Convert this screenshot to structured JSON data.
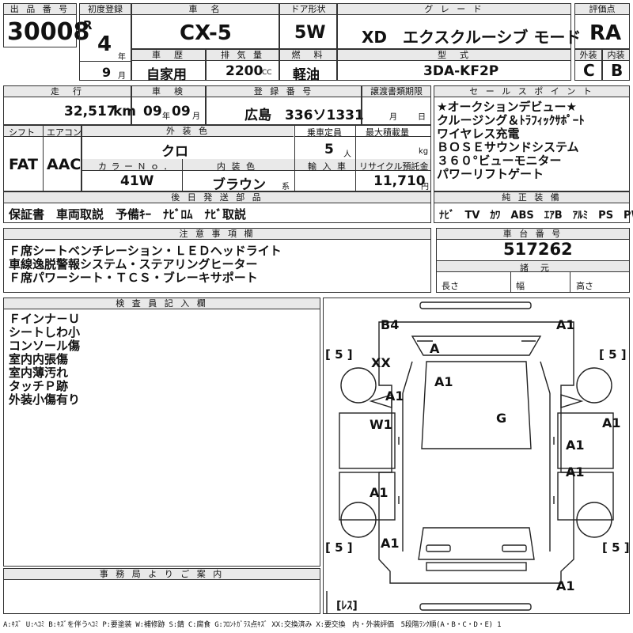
{
  "header": {
    "lot_label": "出 品 番 号",
    "lot_no": "30008",
    "first_reg_label": "初度登録",
    "era": "R",
    "year_val": "4",
    "year_unit": "年",
    "month_val": "9",
    "month_unit": "月",
    "name_label": "車　名",
    "name_val": "CX-5",
    "door_label": "ドア形状",
    "door_val": "5W",
    "grade_label": "グ レ ー ド",
    "grade_val": "XD　エクスクルーシブ モード",
    "score_label": "評価点",
    "score_val": "RA",
    "history_label": "車　歴",
    "history_val": "自家用",
    "disp_label": "排 気 量",
    "disp_val": "2200",
    "disp_unit": "CC",
    "fuel_label": "燃　料",
    "fuel_val": "軽油",
    "model_label": "型　式",
    "model_val": "3DA-KF2P",
    "ext_label": "外装",
    "ext_val": "C",
    "int_label": "内装",
    "int_val": "B"
  },
  "row2": {
    "mileage_label": "走　行",
    "mileage_val": "32,517",
    "mileage_unit": "km",
    "inspection_label": "車　検",
    "insp_year": "09",
    "insp_year_unit": "年",
    "insp_month": "09",
    "insp_month_unit": "月",
    "plate_label": "登 録 番 号",
    "plate_val": "広島　336ソ1331",
    "deadline_label": "譲渡書類期限",
    "deadline_month": "月",
    "deadline_day": "日",
    "shift_label": "シフト",
    "ac_label": "エアコン",
    "shift_val": "FAT",
    "ac_val": "AAC",
    "color_label": "外 装 色",
    "color_val": "クロ",
    "capacity_label": "乗車定員",
    "capacity_val": "5",
    "capacity_unit": "人",
    "load_label": "最大積載量",
    "load_unit": "kg",
    "colorno_label": "カ ラ ー Ｎ ｏ ．",
    "colorno_val": "41W",
    "interior_label": "内 装 色",
    "interior_val": "ブラウン",
    "interior_unit": "系",
    "import_label": "輸 入 車",
    "recycle_label": "リサイクル預託金",
    "recycle_val": "11,710",
    "recycle_unit": "円",
    "later_label": "後 日 発 送 部 品",
    "later_val": "保証書　車両取説　予備ｷｰ　ﾅﾋﾞﾛﾑ　ﾅﾋﾞ取説"
  },
  "sales": {
    "label": "セ ー ル ス ポ イ ン ト",
    "lines": [
      "★オークションデビュー★",
      "クルージング＆ﾄﾗﾌｨｯｸｻﾎﾟｰﾄ",
      "ワイヤレス充電",
      "ＢＯＳＥサウンドシステム",
      "３６０°ビューモニター",
      "パワーリフトゲート"
    ],
    "equip_label": "純 正 装 備",
    "equip_val": "ﾅﾋﾞ　TV　ｶﾜ　ABS　ｴｱB　ｱﾙﾐ　PS　PW"
  },
  "notes": {
    "label": "注 意 事 項 欄",
    "lines": [
      "Ｆ席シートベンチレーション・ＬＥＤヘッドライト",
      "車線逸脱警報システム・ステアリングヒーター",
      "Ｆ席パワーシート・ＴＣＳ・ブレーキサポート"
    ]
  },
  "chassis": {
    "label": "車 台 番 号",
    "val": "517262",
    "dims_label": "諸　元",
    "length_label": "長さ",
    "width_label": "幅",
    "height_label": "高さ"
  },
  "inspector": {
    "label": "検 査 員 記 入 欄",
    "lines": [
      "Ｆインナ－Ｕ",
      "シートしわ小",
      "コンソール傷",
      "室内内張傷",
      "室内薄汚れ",
      "タッチＰ跡",
      "外装小傷有り"
    ]
  },
  "office": {
    "label": "事 務 局 よ り ご 案 内"
  },
  "diagram": {
    "tire_fl": "[ 5 ]",
    "tire_fr": "[ 5 ]",
    "tire_rl": "[ 5 ]",
    "tire_rr": "[ 5 ]",
    "spare": "[ﾚｽ]",
    "marks": [
      "B4",
      "A1",
      "A",
      "XX",
      "A1",
      "A1",
      "G",
      "W1",
      "A1",
      "A1",
      "A1",
      "A1",
      "A1",
      "A1"
    ]
  },
  "footer": "A:ｷｽﾞ U:ﾍｺﾐ B:ｷｽﾞを伴うﾍｺﾐ P:要塗装 W:補修跡 S:錆 C:腐食 G:ﾌﾛﾝﾄｶﾞﾗｽ点ｷｽﾞ XX:交換済み X:要交換　内・外装評価　5段階ﾗﾝｸ順(A・B・C・D・E) 1"
}
